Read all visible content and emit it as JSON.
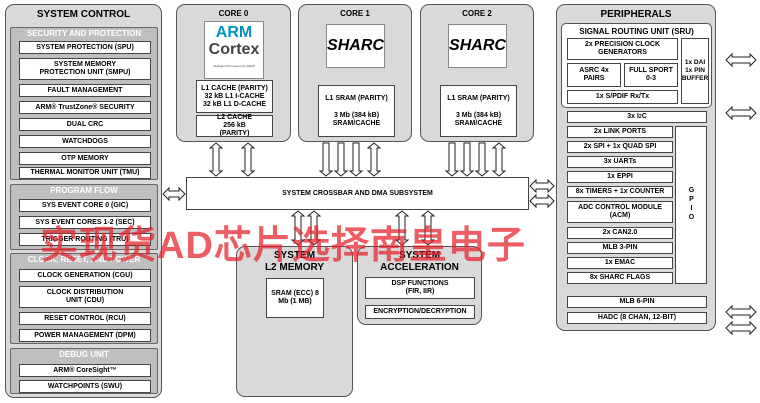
{
  "system_control": {
    "title": "SYSTEM CONTROL",
    "security": {
      "title": "SECURITY AND PROTECTION",
      "items": [
        "SYSTEM PROTECTION (SPU)",
        "SYSTEM MEMORY PROTECTION UNIT (SMPU)",
        "FAULT MANAGEMENT",
        "ARM® TrustZone® SECURITY",
        "DUAL CRC",
        "WATCHDOGS",
        "OTP MEMORY",
        "THERMAL MONITOR UNIT (TMU)"
      ]
    },
    "program_flow": {
      "title": "PROGRAM FLOW",
      "items": [
        "SYS EVENT CORE 0 (GIC)",
        "SYS EVENT CORES 1-2 (SEC)",
        "TRIGGER ROUTING (TRU)"
      ]
    },
    "clock": {
      "title": "CLOCK, RESET, AND POWER",
      "items": [
        "CLOCK GENERATION (CGU)",
        "CLOCK DISTRIBUTION UNIT (CDU)",
        "RESET CONTROL (RCU)",
        "POWER MANAGEMENT (DPM)"
      ]
    },
    "debug": {
      "title": "DEBUG UNIT",
      "items": [
        "ARM® CoreSight™",
        "WATCHPOINTS (SWU)"
      ]
    }
  },
  "core0": {
    "title": "CORE 0",
    "logo_arm": "ARM",
    "logo_cortex": "Cortex",
    "logo_tag": "Intelligent Processors by ARM®",
    "l1": "L1 CACHE (PARITY) 32 kB L1 I-CACHE 32 kB L1 D-CACHE",
    "l2": "L2 CACHE 256 kB (PARITY)"
  },
  "core1": {
    "title": "CORE 1",
    "logo": "SHARC",
    "l1_title": "L1 SRAM (PARITY)",
    "l1_body": "3 Mb (384 kB) SRAM/CACHE"
  },
  "core2": {
    "title": "CORE 2",
    "logo": "SHARC",
    "l1_title": "L1 SRAM (PARITY)",
    "l1_body": "3 Mb (384 kB) SRAM/CACHE"
  },
  "crossbar": "SYSTEM CROSSBAR AND DMA SUBSYSTEM",
  "l2_memory": {
    "title_1": "SYSTEM",
    "title_2": "L2 MEMORY",
    "box": "SRAM (ECC) 8 Mb (1 MB)"
  },
  "acceleration": {
    "title_1": "SYSTEM",
    "title_2": "ACCELERATION",
    "dsp": "DSP FUNCTIONS (FIR, IIR)",
    "crypto": "ENCRYPTION/DECRYPTION"
  },
  "peripherals": {
    "title": "PERIPHERALS",
    "sru": {
      "title": "SIGNAL ROUTING UNIT (SRU)",
      "clock_gen": "2x PRECISION CLOCK GENERATORS",
      "asrc": "ASRC 4x PAIRS",
      "sport": "FULL SPORT 0-3",
      "spdif": "1x S/PDIF Rx/Tx",
      "dai": "1x DAI 1x PIN BUFFER"
    },
    "items": [
      "3x I2C",
      "2x LINK PORTS",
      "2x SPI + 1x QUAD SPI",
      "3x UARTs",
      "1x EPPI",
      "8x TIMERS + 1x COUNTER",
      "ADC CONTROL MODULE (ACM)",
      "2x CAN2.0",
      "MLB 3-PIN",
      "1x EMAC",
      "8x SHARC FLAGS"
    ],
    "gpio": "GPIO",
    "mlb6": "MLB 6-PIN",
    "hadc": "HADC (8 CHAN, 12-BIT)"
  },
  "watermark": "实现货AD芯片选择南皇电子"
}
